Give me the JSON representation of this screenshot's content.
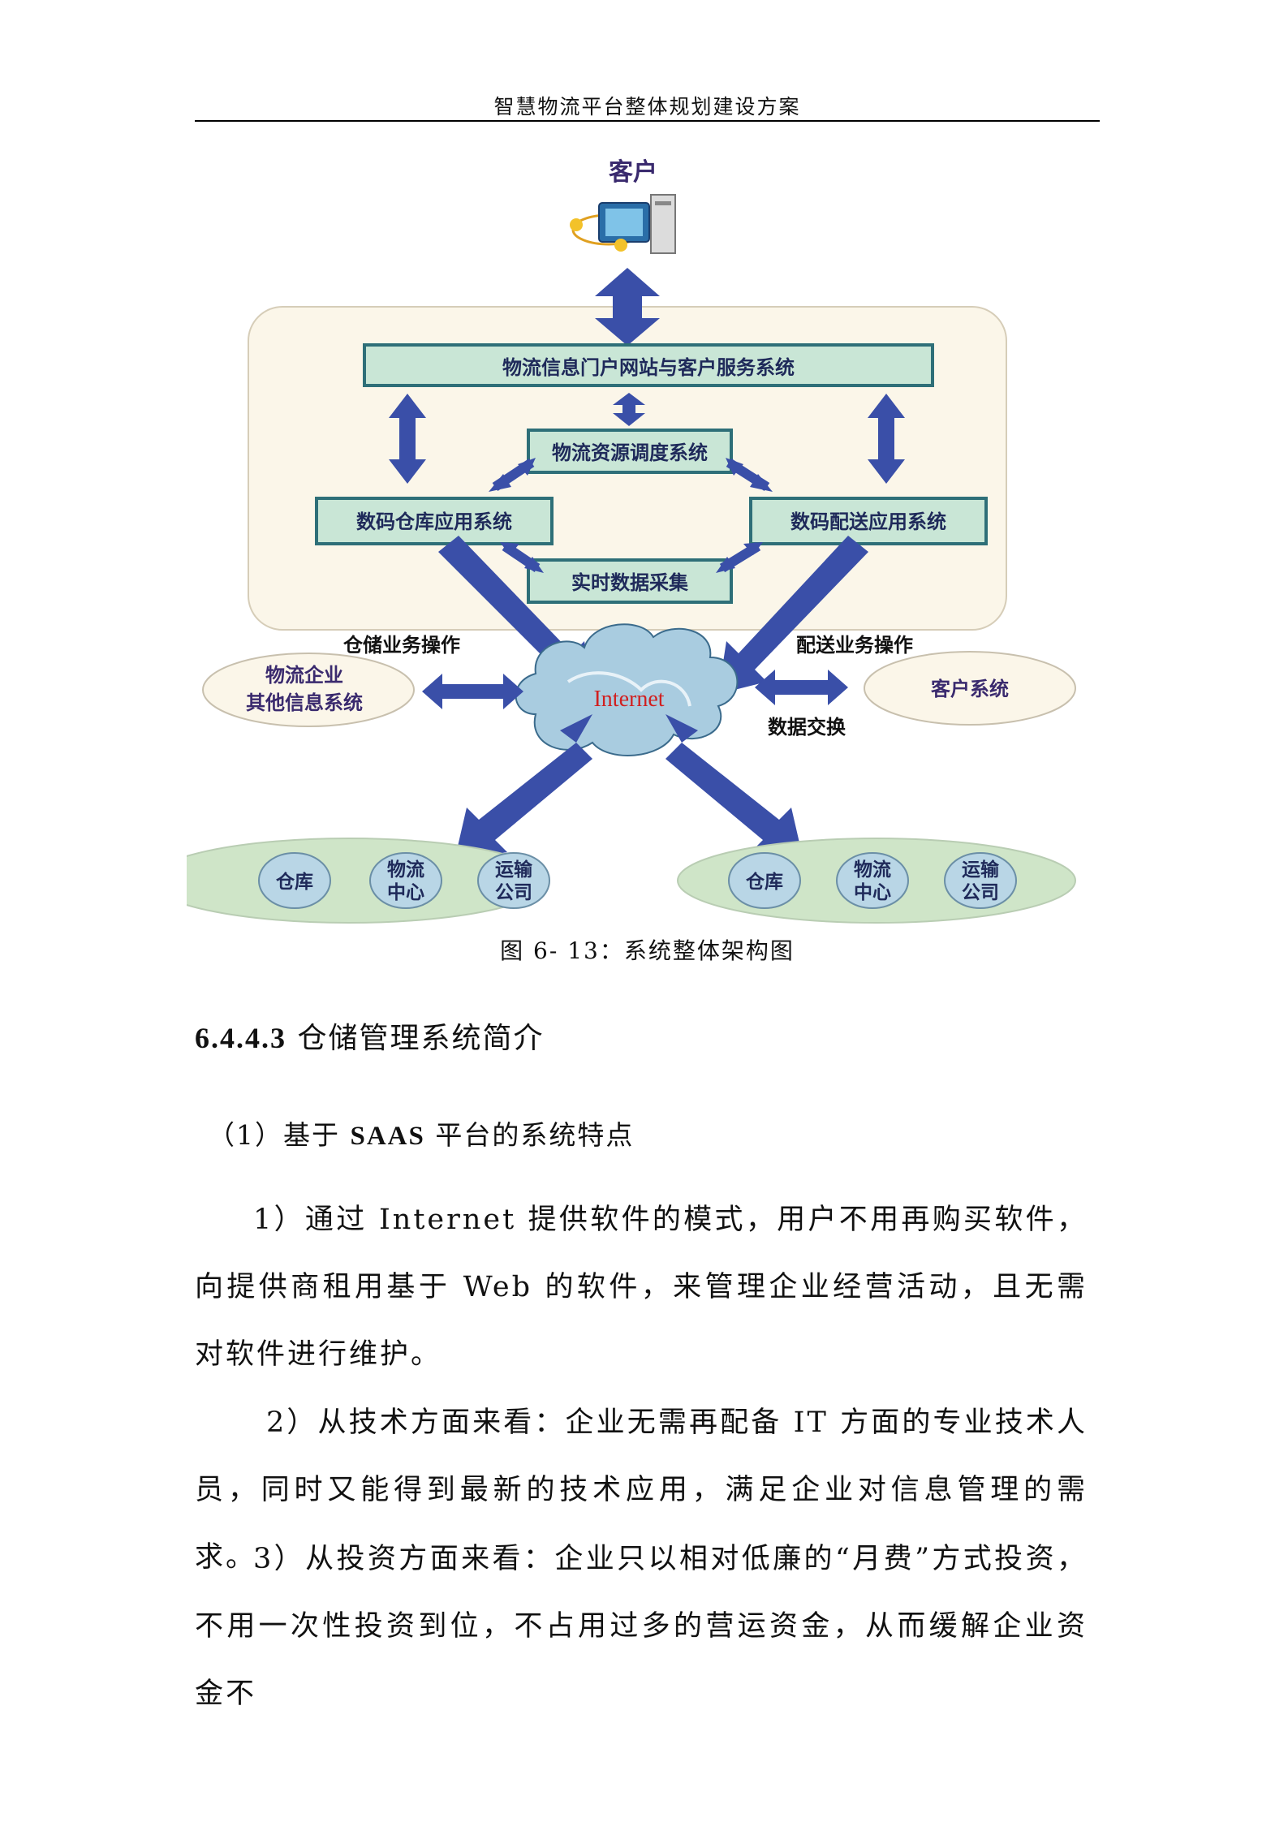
{
  "header": {
    "title": "智慧物流平台整体规划建设方案"
  },
  "figure": {
    "customer_label": "客户",
    "portal_system": "物流信息门户网站与客户服务系统",
    "dispatch_system": "物流资源调度系统",
    "warehouse_app": "数码仓库应用系统",
    "delivery_app": "数码配送应用系统",
    "realtime_collect": "实时数据采集",
    "warehouse_ops": "仓储业务操作",
    "delivery_ops": "配送业务操作",
    "internet": "Internet",
    "other_info_line1": "物流企业",
    "other_info_line2": "其他信息系统",
    "client_system": "客户系统",
    "data_exchange": "数据交换",
    "left_group": {
      "warehouse": "仓库",
      "center_l1": "物流",
      "center_l2": "中心",
      "transport_l1": "运输",
      "transport_l2": "公司"
    },
    "right_group": {
      "warehouse": "仓库",
      "center_l1": "物流",
      "center_l2": "中心",
      "transport_l1": "运输",
      "transport_l2": "公司"
    }
  },
  "caption": "图 6- 13：系统整体架构图",
  "section": {
    "number": "6.4.4.3",
    "title": "仓储管理系统简介"
  },
  "subsection": {
    "prefix": "（1）基于",
    "bold": "SAAS",
    "suffix": "平台的系统特点"
  },
  "paragraphs": {
    "p1": "1）通过 Internet 提供软件的模式，用户不用再购买软件，向提供商租用基于 Web 的软件，来管理企业经营活动，且无需对软件进行维护。",
    "p2": "2）从技术方面来看：企业无需再配备 IT 方面的专业技术人员，同时又能得到最新的技术应用，满足企业对信息管理的需求。",
    "p3": "3）从投资方面来看：企业只以相对低廉的“月费”方式投资，不用一次性投资到位，不占用过多的营运资金，从而缓解企业资金不"
  },
  "colors": {
    "box_fill": "#c9e6d6",
    "box_border": "#2e6f78",
    "panel_fill": "#fbf6e9",
    "arrow_fill": "#3a4fa8",
    "oval_fill": "#cfe5c8",
    "circle_fill": "#b9d6e6",
    "label_purple": "#3a2a6e",
    "internet_red": "#d11f1f"
  }
}
